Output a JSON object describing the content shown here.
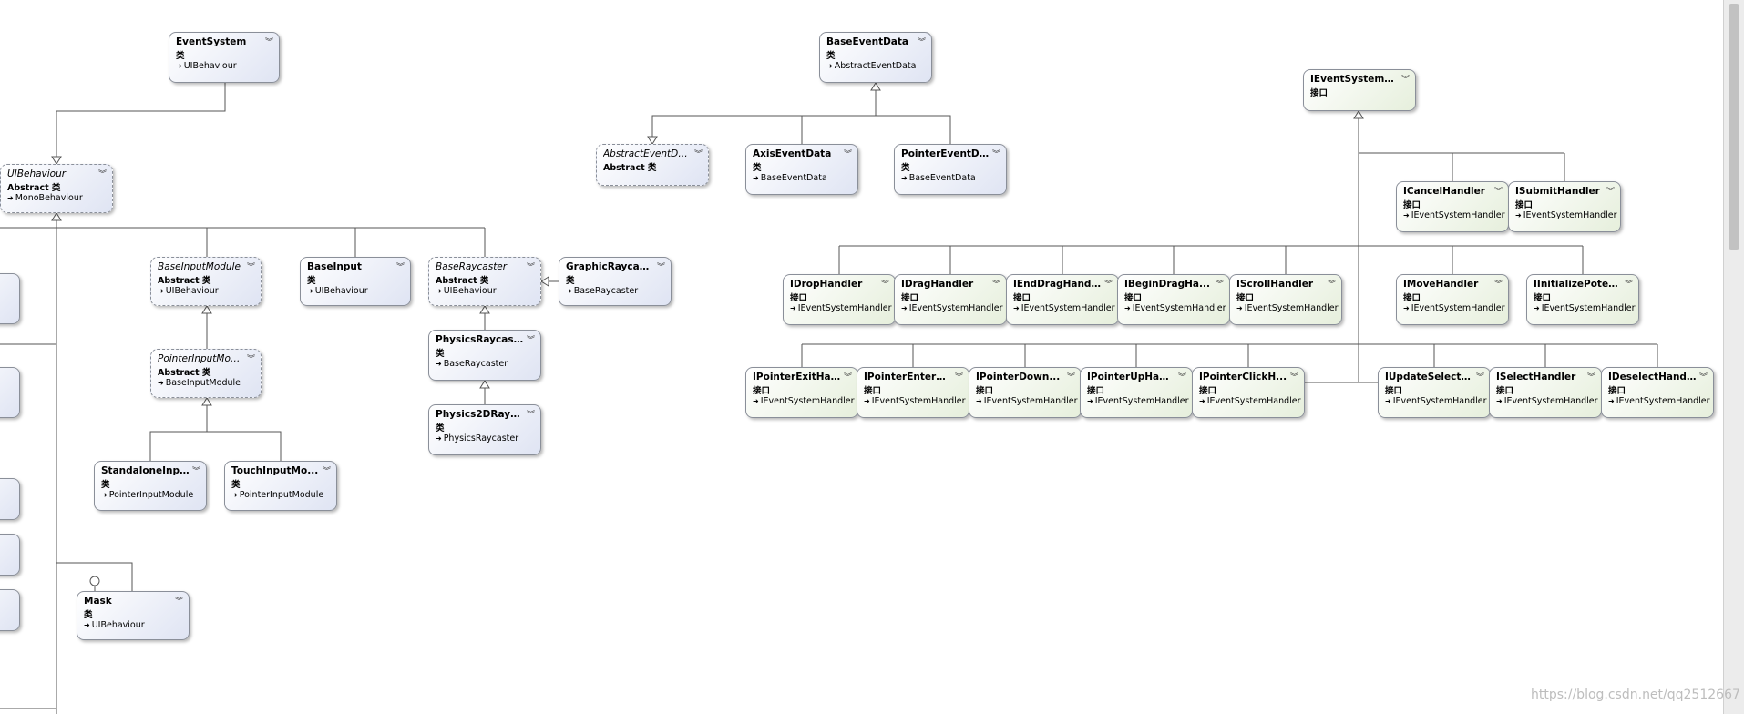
{
  "labels": {
    "class_kind": "类",
    "interface_kind": "接口",
    "abstract_kind": "Abstract 类"
  },
  "nodes": [
    {
      "id": "EventSystem",
      "name": "EventSystem",
      "kind": "类",
      "base": "UIBehaviour",
      "style": "class"
    },
    {
      "id": "UIBehaviour",
      "name": "UIBehaviour",
      "kind": "Abstract 类",
      "base": "MonoBehaviour",
      "style": "abstract"
    },
    {
      "id": "BaseInputModule",
      "name": "BaseInputModule",
      "kind": "Abstract 类",
      "base": "UIBehaviour",
      "style": "abstract"
    },
    {
      "id": "BaseInput",
      "name": "BaseInput",
      "kind": "类",
      "base": "UIBehaviour",
      "style": "class"
    },
    {
      "id": "BaseRaycaster",
      "name": "BaseRaycaster",
      "kind": "Abstract 类",
      "base": "UIBehaviour",
      "style": "abstract"
    },
    {
      "id": "GraphicRaycaster",
      "name": "GraphicRaycas...",
      "kind": "类",
      "base": "BaseRaycaster",
      "style": "class"
    },
    {
      "id": "PointerInputModule",
      "name": "PointerInputMod...",
      "kind": "Abstract 类",
      "base": "BaseInputModule",
      "style": "abstract"
    },
    {
      "id": "PhysicsRaycaster",
      "name": "PhysicsRaycaster",
      "kind": "类",
      "base": "BaseRaycaster",
      "style": "class"
    },
    {
      "id": "Physics2DRaycaster",
      "name": "Physics2DRayc...",
      "kind": "类",
      "base": "PhysicsRaycaster",
      "style": "class"
    },
    {
      "id": "StandaloneInputModule",
      "name": "StandaloneInp...",
      "kind": "类",
      "base": "PointerInputModule",
      "style": "class"
    },
    {
      "id": "TouchInputModule",
      "name": "TouchInputMo...",
      "kind": "类",
      "base": "PointerInputModule",
      "style": "class"
    },
    {
      "id": "Mask",
      "name": "Mask",
      "kind": "类",
      "base": "UIBehaviour",
      "style": "class"
    },
    {
      "id": "BaseEventData",
      "name": "BaseEventData",
      "kind": "类",
      "base": "AbstractEventData",
      "style": "class"
    },
    {
      "id": "AbstractEventData",
      "name": "AbstractEventData",
      "kind": "Abstract 类",
      "base": "",
      "style": "abstract"
    },
    {
      "id": "AxisEventData",
      "name": "AxisEventData",
      "kind": "类",
      "base": "BaseEventData",
      "style": "class"
    },
    {
      "id": "PointerEventData",
      "name": "PointerEventD...",
      "kind": "类",
      "base": "BaseEventData",
      "style": "class"
    },
    {
      "id": "IEventSystemHandler",
      "name": "IEventSystemH...",
      "kind": "接口",
      "base": "",
      "style": "interface"
    },
    {
      "id": "ICancelHandler",
      "name": "ICancelHandler",
      "kind": "接口",
      "base": "IEventSystemHandler",
      "style": "interface"
    },
    {
      "id": "ISubmitHandler",
      "name": "ISubmitHandler",
      "kind": "接口",
      "base": "IEventSystemHandler",
      "style": "interface"
    },
    {
      "id": "IDropHandler",
      "name": "IDropHandler",
      "kind": "接口",
      "base": "IEventSystemHandler",
      "style": "interface"
    },
    {
      "id": "IDragHandler",
      "name": "IDragHandler",
      "kind": "接口",
      "base": "IEventSystemHandler",
      "style": "interface"
    },
    {
      "id": "IEndDragHandler",
      "name": "IEndDragHand...",
      "kind": "接口",
      "base": "IEventSystemHandler",
      "style": "interface"
    },
    {
      "id": "IBeginDragHandler",
      "name": "IBeginDragHa...",
      "kind": "接口",
      "base": "IEventSystemHandler",
      "style": "interface"
    },
    {
      "id": "IScrollHandler",
      "name": "IScrollHandler",
      "kind": "接口",
      "base": "IEventSystemHandler",
      "style": "interface"
    },
    {
      "id": "IMoveHandler",
      "name": "IMoveHandler",
      "kind": "接口",
      "base": "IEventSystemHandler",
      "style": "interface"
    },
    {
      "id": "IInitializePotentialDragHandler",
      "name": "IInitializePoten...",
      "kind": "接口",
      "base": "IEventSystemHandler",
      "style": "interface"
    },
    {
      "id": "IPointerExitHandler",
      "name": "IPointerExitHa...",
      "kind": "接口",
      "base": "IEventSystemHandler",
      "style": "interface"
    },
    {
      "id": "IPointerEnterHandler",
      "name": "IPointerEnterH...",
      "kind": "接口",
      "base": "IEventSystemHandler",
      "style": "interface"
    },
    {
      "id": "IPointerDownHandler",
      "name": "IPointerDown...",
      "kind": "接口",
      "base": "IEventSystemHandler",
      "style": "interface"
    },
    {
      "id": "IPointerUpHandler",
      "name": "IPointerUpHan...",
      "kind": "接口",
      "base": "IEventSystemHandler",
      "style": "interface"
    },
    {
      "id": "IPointerClickHandler",
      "name": "IPointerClickH...",
      "kind": "接口",
      "base": "IEventSystemHandler",
      "style": "interface"
    },
    {
      "id": "IUpdateSelectedHandler",
      "name": "IUpdateSelecte...",
      "kind": "接口",
      "base": "IEventSystemHandler",
      "style": "interface"
    },
    {
      "id": "ISelectHandler",
      "name": "ISelectHandler",
      "kind": "接口",
      "base": "IEventSystemHandler",
      "style": "interface"
    },
    {
      "id": "IDeselectHandler",
      "name": "IDeselectHandler",
      "kind": "接口",
      "base": "IEventSystemHandler",
      "style": "interface"
    }
  ],
  "edges": [
    {
      "from": "EventSystem",
      "to": "UIBehaviour"
    },
    {
      "from": "BaseInputModule",
      "to": "UIBehaviour"
    },
    {
      "from": "BaseInput",
      "to": "UIBehaviour"
    },
    {
      "from": "BaseRaycaster",
      "to": "UIBehaviour"
    },
    {
      "from": "Mask",
      "to": "UIBehaviour"
    },
    {
      "from": "GraphicRaycaster",
      "to": "BaseRaycaster"
    },
    {
      "from": "PointerInputModule",
      "to": "BaseInputModule"
    },
    {
      "from": "PhysicsRaycaster",
      "to": "BaseRaycaster"
    },
    {
      "from": "Physics2DRaycaster",
      "to": "PhysicsRaycaster"
    },
    {
      "from": "StandaloneInputModule",
      "to": "PointerInputModule"
    },
    {
      "from": "TouchInputModule",
      "to": "PointerInputModule"
    },
    {
      "from": "BaseEventData",
      "to": "AbstractEventData"
    },
    {
      "from": "AxisEventData",
      "to": "BaseEventData"
    },
    {
      "from": "PointerEventData",
      "to": "BaseEventData"
    },
    {
      "from": "ICancelHandler",
      "to": "IEventSystemHandler"
    },
    {
      "from": "ISubmitHandler",
      "to": "IEventSystemHandler"
    },
    {
      "from": "IDropHandler",
      "to": "IEventSystemHandler"
    },
    {
      "from": "IDragHandler",
      "to": "IEventSystemHandler"
    },
    {
      "from": "IEndDragHandler",
      "to": "IEventSystemHandler"
    },
    {
      "from": "IBeginDragHandler",
      "to": "IEventSystemHandler"
    },
    {
      "from": "IScrollHandler",
      "to": "IEventSystemHandler"
    },
    {
      "from": "IMoveHandler",
      "to": "IEventSystemHandler"
    },
    {
      "from": "IInitializePotentialDragHandler",
      "to": "IEventSystemHandler"
    },
    {
      "from": "IPointerExitHandler",
      "to": "IEventSystemHandler"
    },
    {
      "from": "IPointerEnterHandler",
      "to": "IEventSystemHandler"
    },
    {
      "from": "IPointerDownHandler",
      "to": "IEventSystemHandler"
    },
    {
      "from": "IPointerUpHandler",
      "to": "IEventSystemHandler"
    },
    {
      "from": "IPointerClickHandler",
      "to": "IEventSystemHandler"
    },
    {
      "from": "IUpdateSelectedHandler",
      "to": "IEventSystemHandler"
    },
    {
      "from": "ISelectHandler",
      "to": "IEventSystemHandler"
    },
    {
      "from": "IDeselectHandler",
      "to": "IEventSystemHandler"
    }
  ],
  "icons": {
    "expand": "chevron-double-down-icon",
    "inherit": "inherit-arrow-icon",
    "interface_lollipop": "lollipop-icon"
  },
  "colors": {
    "class_fill": "#dfe4f3",
    "interface_fill": "#e6efdc",
    "border": "#8a8f99",
    "line": "#555555"
  },
  "watermark": "https://blog.csdn.net/qq2512667"
}
